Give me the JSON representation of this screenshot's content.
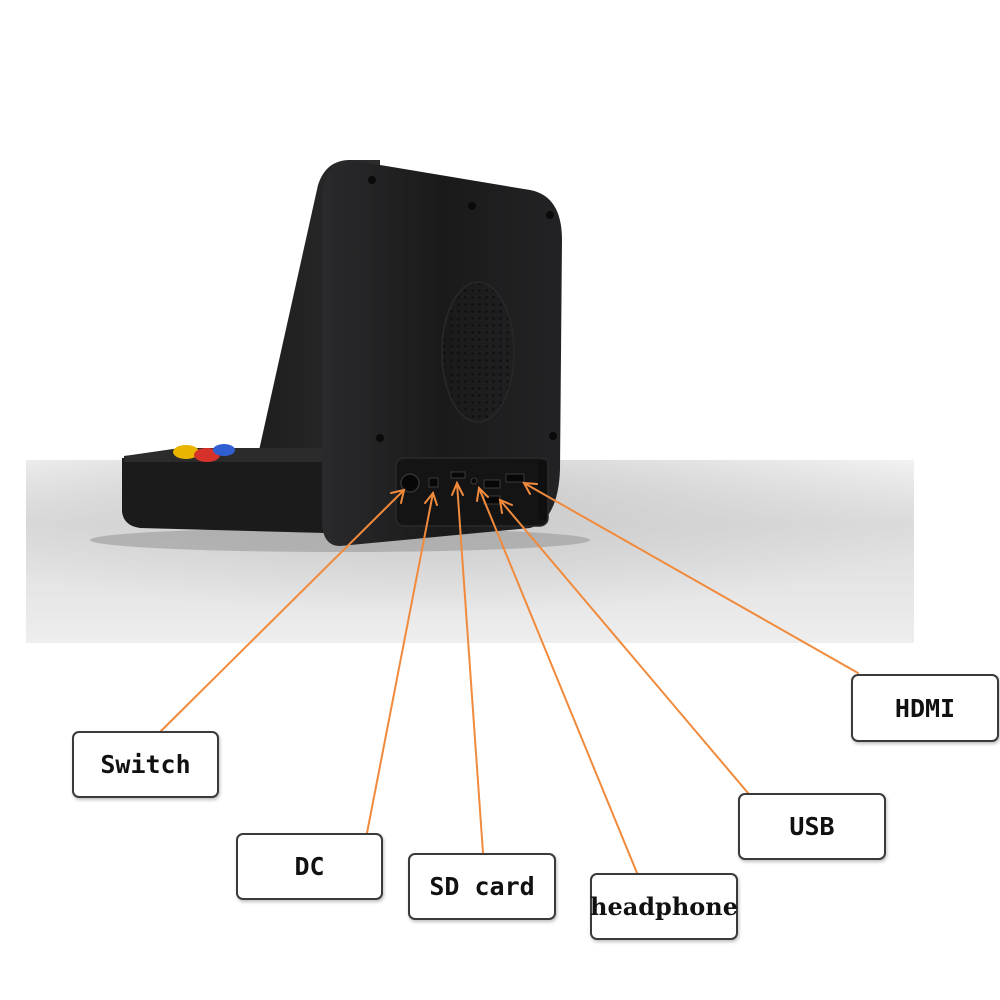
{
  "port_labels": [
    {
      "id": "switch",
      "label": "Switch"
    },
    {
      "id": "dc",
      "label": "DC"
    },
    {
      "id": "sd",
      "label": "SD card"
    },
    {
      "id": "headphone",
      "label": "headphone"
    },
    {
      "id": "usb",
      "label": "USB"
    },
    {
      "id": "hdmi",
      "label": "HDMI"
    }
  ],
  "colors": {
    "leader_line": "#f08a3c",
    "device_body": "#1c1c1e",
    "label_border": "#3a3a3a",
    "joystick_ball_yellow": "#e8b400",
    "button_red": "#d6322a",
    "button_blue": "#2f5fd0"
  }
}
